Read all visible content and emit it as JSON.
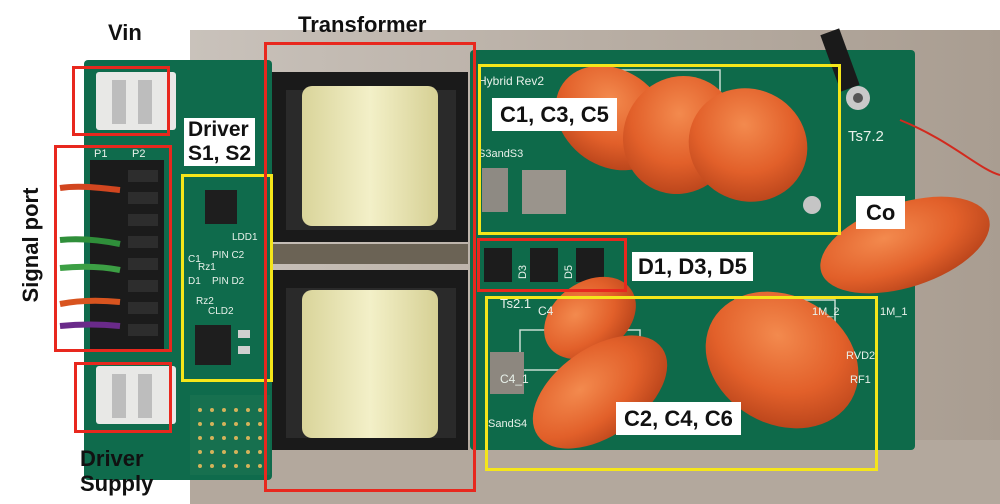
{
  "labels": {
    "vin": "Vin",
    "transformer": "Transformer",
    "driver_line1": "Driver",
    "driver_line2": "S1, S2",
    "signal_port": "Signal port",
    "driver_supply_line1": "Driver",
    "driver_supply_line2": "Supply",
    "c135": "C1, C3, C5",
    "co": "Co",
    "d135": "D1, D3, D5",
    "c246": "C2, C4, C6"
  },
  "silkscreen": {
    "board_name": "Hybrid Rev2",
    "ts72": "Ts7.2",
    "ts2_1": "Ts2.1",
    "c4": "C4",
    "c4_1": "C4_1",
    "d3": "D3",
    "d5": "D5",
    "p1": "P1",
    "p2": "P2",
    "s3": "S3andS3",
    "s4": "SandS4",
    "m1_2": "1M_2",
    "m1_1": "1M_1",
    "rvd2": "RVD2",
    "rf1": "RF1",
    "ldd1": "LDD1",
    "pin_c2": "PIN C2",
    "pin_d2": "PIN D2",
    "rz1": "Rz1",
    "rz2": "Rz2",
    "cld2": "CLD2",
    "c1": "C1",
    "d1": "D1"
  },
  "colors": {
    "pcb_green": "#0f6b4c",
    "capacitor_orange": "#e8622a",
    "bobbin_yellow": "#ece9b8",
    "highlight_red": "#e8281e",
    "highlight_yellow": "#f5e61a"
  }
}
